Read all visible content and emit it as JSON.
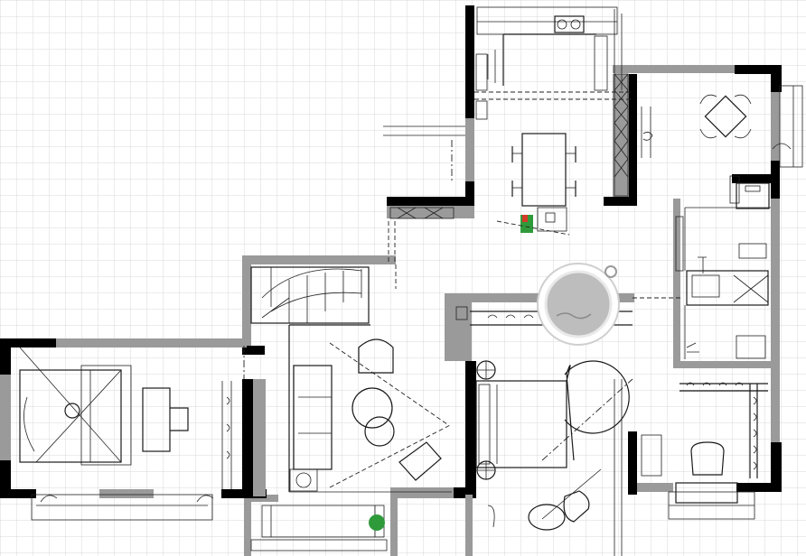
{
  "domain": "floor-plan",
  "background": "grid-paper",
  "colors": {
    "grid": "#d8d8d8",
    "wall": "#000000",
    "partition": "#9a9a9a",
    "plant": "#2f9a3a",
    "accent_red": "#d23a2a",
    "magnifier": "#bdbdbd"
  },
  "icons": [
    "magnifier-icon",
    "plant-icon",
    "range-hob-icon",
    "round-table-icon",
    "bathtub-icon",
    "toilet-icon",
    "sink-icon"
  ],
  "rooms": [
    "bedroom-west",
    "staircase",
    "living-room",
    "kitchen",
    "dining-room",
    "study-northeast",
    "bathroom",
    "bedroom-master",
    "bedroom-southeast"
  ]
}
